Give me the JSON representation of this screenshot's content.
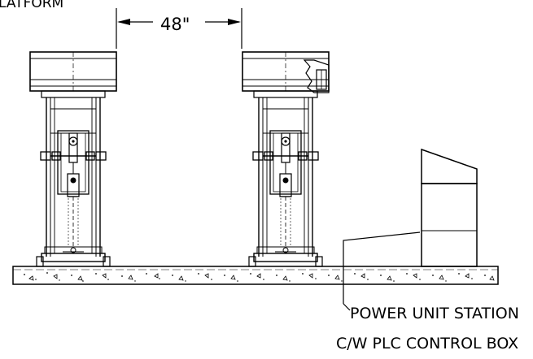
{
  "labels": {
    "top_left": "LATFORM",
    "dimension": "48\"",
    "power_unit_line1": "POWER UNIT STATION",
    "power_unit_line2": "C/W PLC CONTROL BOX"
  },
  "colors": {
    "line": "#000000",
    "background": "#ffffff"
  }
}
